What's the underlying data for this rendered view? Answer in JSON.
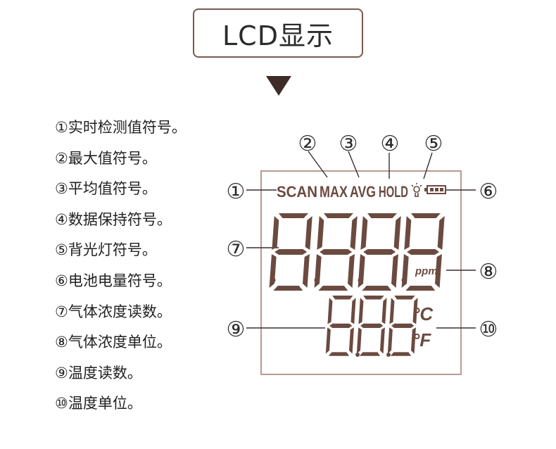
{
  "title": "LCD显示",
  "colors": {
    "display": "#6b4a40",
    "frame": "#b89a92",
    "title_border": "#7a5a50",
    "arrow": "#3d2c27"
  },
  "legend": [
    "①实时检测值符号。",
    "②最大值符号。",
    "③平均值符号。",
    "④数据保持符号。",
    "⑤背光灯符号。",
    "⑥电池电量符号。",
    "⑦气体浓度读数。",
    "⑧气体浓度单位。",
    "⑨温度读数。",
    "⑩温度单位。"
  ],
  "callouts": {
    "c1": "①",
    "c2": "②",
    "c3": "③",
    "c4": "④",
    "c5": "⑤",
    "c6": "⑥",
    "c7": "⑦",
    "c8": "⑧",
    "c9": "⑨",
    "c10": "⑩"
  },
  "lcd": {
    "scan": "SCAN",
    "max": "MAX",
    "avg": "AVG",
    "hold": "HOLD",
    "ppm": "ppm",
    "deg_c": "°C",
    "deg_f": "°F",
    "gas_digits": "8888",
    "temp_digits": "888",
    "icons": [
      "backlight-bulb-icon",
      "battery-icon"
    ]
  }
}
